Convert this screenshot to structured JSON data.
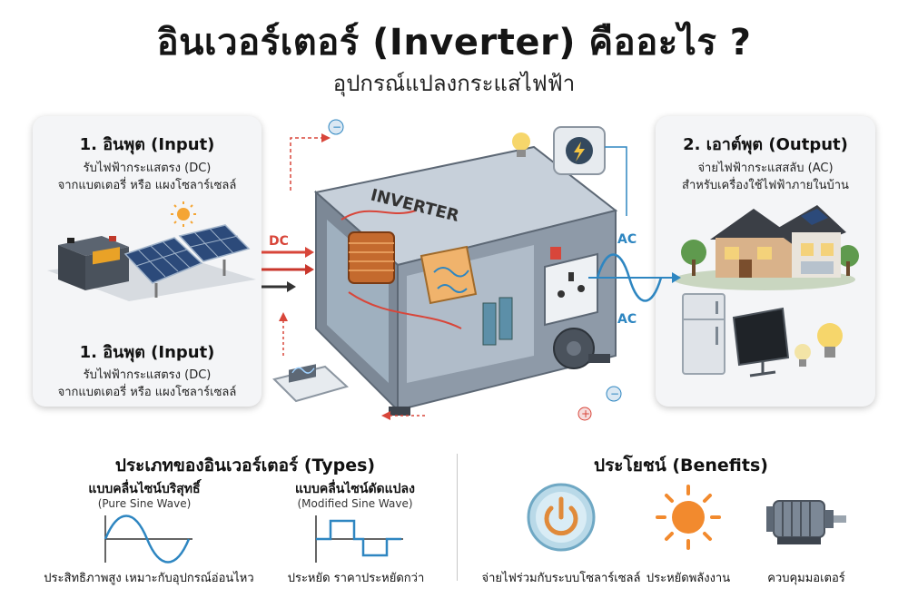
{
  "header": {
    "title": "อินเวอร์เตอร์ (Inverter) คืออะไร ?",
    "subtitle": "อุปกรณ์แปลงกระแสไฟฟ้า"
  },
  "input_panel": {
    "title_top": "1. อินพุต (Input)",
    "line1_top": "รับไฟฟ้ากระแสตรง (DC)",
    "line2_top": "จากแบตเตอรี่ หรือ แผงโซลาร์เซลล์",
    "title_bottom": "1. อินพุต (Input)",
    "line1_bottom": "รับไฟฟ้ากระแสตรง (DC)",
    "line2_bottom": "จากแบตเตอรี่ หรือ แผงโซลาร์เซลล์"
  },
  "output_panel": {
    "title": "2. เอาต์พุต (Output)",
    "line1": "จ่ายไฟฟ้ากระแสสลับ (AC)",
    "line2": "สำหรับเครื่องใช้ไฟฟ้าภายในบ้าน"
  },
  "device": {
    "brand": "INVERTER",
    "dc_label": "DC",
    "ac_label_top": "AC",
    "ac_label_bottom": "AC"
  },
  "types": {
    "title": "ประเภทของอินเวอร์เตอร์ (Types)",
    "pure_name": "แบบคลื่นไซน์บริสุทธิ์",
    "pure_en": "(Pure Sine Wave)",
    "modified_name": "แบบคลื่นไซน์ดัดแปลง",
    "modified_en": "(Modified Sine Wave)",
    "pure_caption": "ประสิทธิภาพสูง เหมาะกับอุปกรณ์อ่อนไหว",
    "modified_caption": "ประหยัด ราคาประหยัดกว่า"
  },
  "benefits": {
    "title": "ประโยชน์ (Benefits)",
    "items": [
      {
        "label": "จ่ายไฟร่วมกับระบบโซลาร์เซลล์",
        "icon": "power-button-icon"
      },
      {
        "label": "ประหยัดพลังงาน",
        "icon": "sun-icon"
      },
      {
        "label": "ควบคุมมอเตอร์",
        "icon": "motor-icon"
      }
    ]
  },
  "colors": {
    "dc_red": "#d8463a",
    "ac_blue": "#2e86c1",
    "panel_bg": "#f4f5f7",
    "device_grey": "#8e9aa8"
  }
}
